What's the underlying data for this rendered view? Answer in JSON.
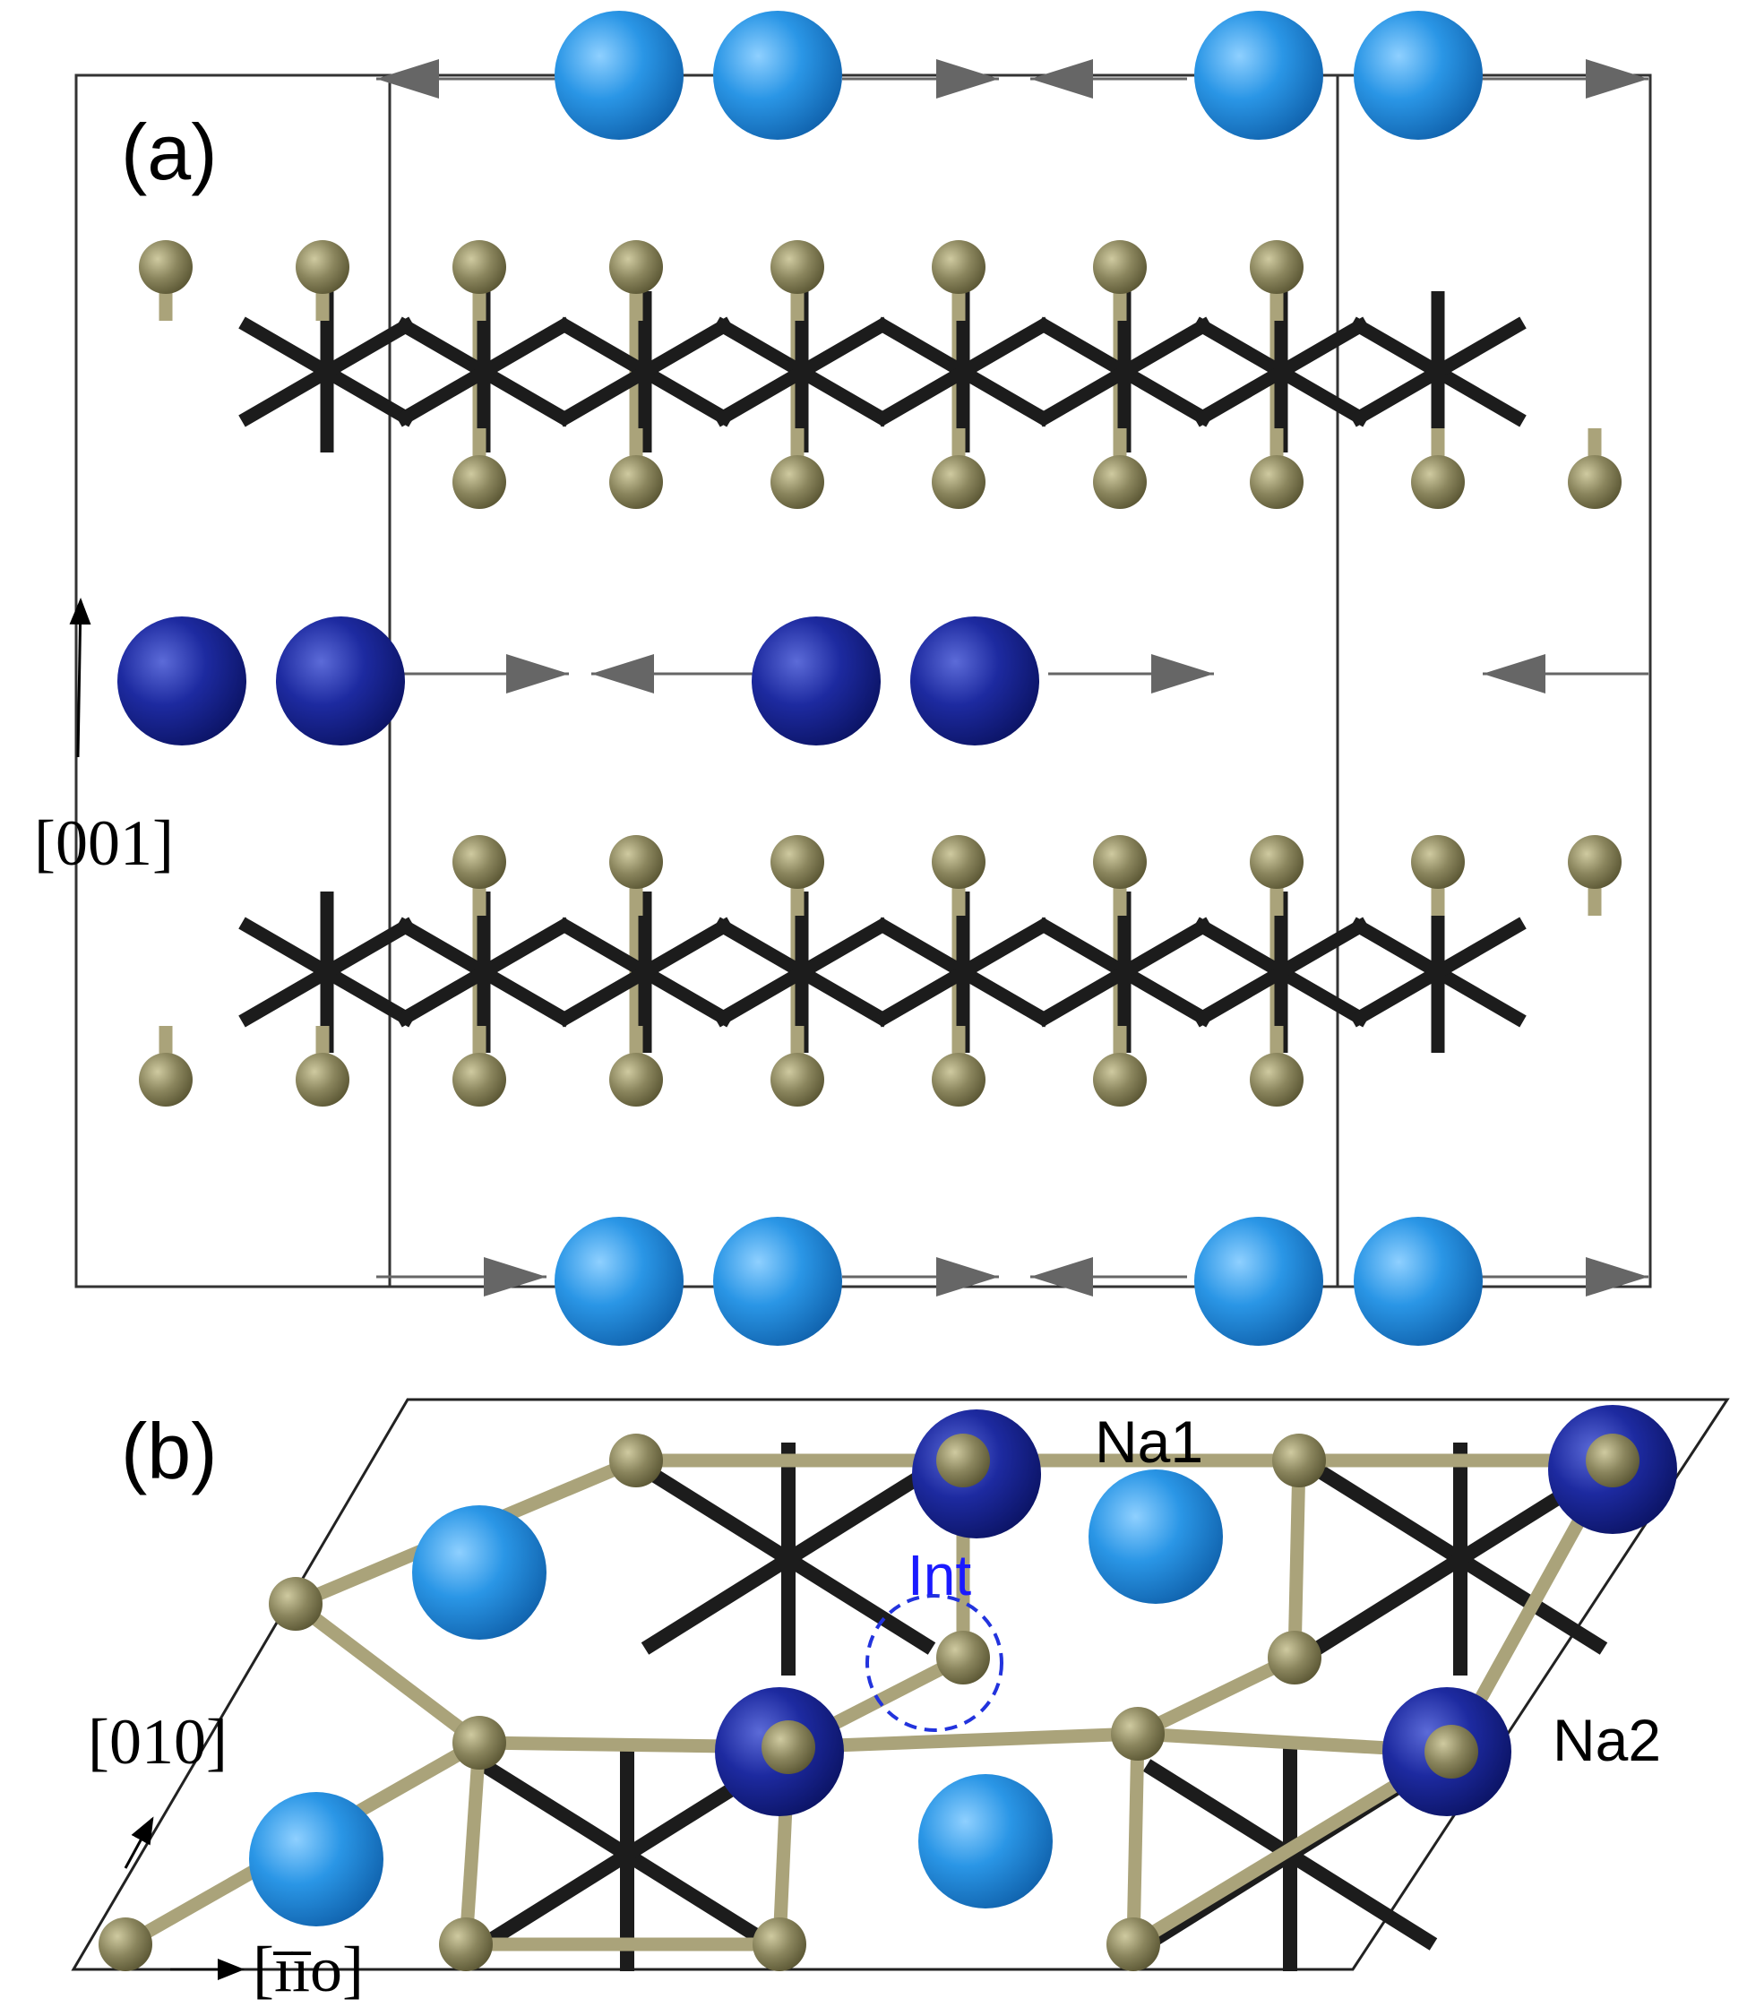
{
  "panel_a": {
    "label": "(a)",
    "axis_label": "[001]"
  },
  "panel_b": {
    "label": "(b)",
    "axis_label_up": "[010]",
    "axis_label_right": "[īīo]",
    "site_labels": {
      "na1": "Na1",
      "na2": "Na2",
      "interstitial": "Int"
    }
  },
  "colors": {
    "na1_atom": "#1f8fe0",
    "na2_atom": "#1a2a9e",
    "framework_atom": "#85805a",
    "framework_bond": "#aaa37a",
    "metal_bond": "#1c1c1c",
    "arrow": "#666666",
    "interstitial_marker": "#2233dd"
  }
}
